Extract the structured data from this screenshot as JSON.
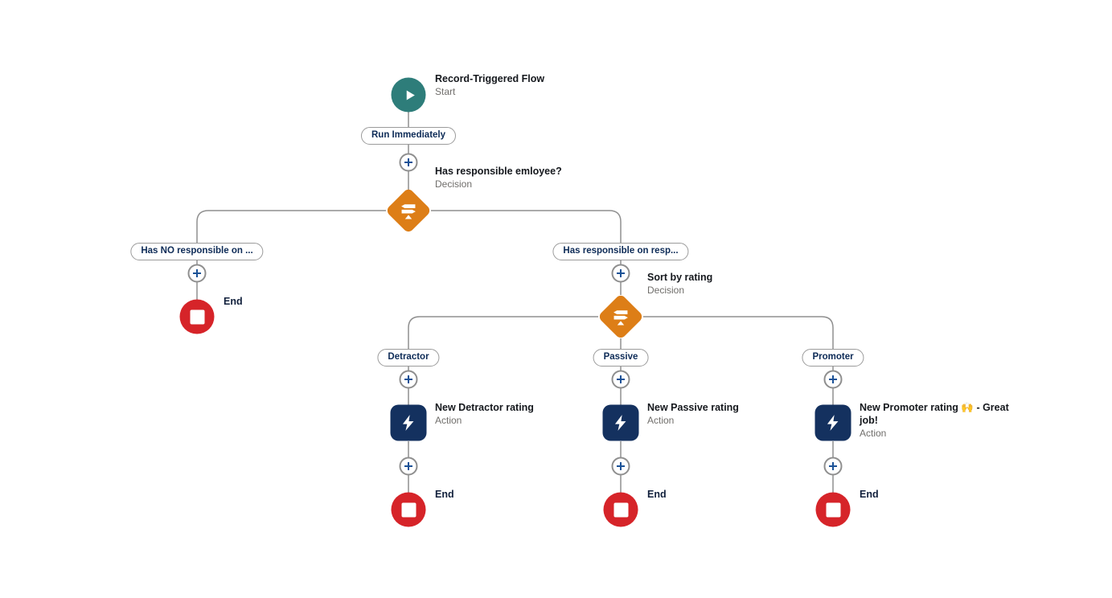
{
  "palette": {
    "start_teal": "#2e7d7a",
    "decision_orange": "#dd7e17",
    "action_navy": "#14315f",
    "end_red": "#d62429",
    "connector_gray": "#8f8f8f",
    "plus_blue": "#1b5297",
    "pill_text_navy": "#0d2b57",
    "title_text": "#15181d",
    "subtitle_gray": "#706e6b"
  },
  "icons": {
    "start": "play-icon",
    "decision": "signpost-icon",
    "action": "lightning-icon",
    "end": "stop-icon",
    "connector": "plus-icon"
  },
  "flow": {
    "start": {
      "title": "Record-Triggered Flow",
      "subtitle": "Start"
    },
    "run_immediately_pill": "Run Immediately",
    "decision_employee": {
      "title": "Has responsible emloyee?",
      "subtitle": "Decision"
    },
    "branch_no": {
      "pill": "Has NO responsible on ...",
      "end_label": "End"
    },
    "branch_yes": {
      "pill": "Has responsible on resp..."
    },
    "decision_rating": {
      "title": "Sort by rating",
      "subtitle": "Decision"
    },
    "outcomes": [
      {
        "pill": "Detractor",
        "action_title": "New Detractor rating",
        "action_subtitle": "Action",
        "end_label": "End"
      },
      {
        "pill": "Passive",
        "action_title": "New Passive rating",
        "action_subtitle": "Action",
        "end_label": "End"
      },
      {
        "pill": "Promoter",
        "action_title": "New Promoter rating 🙌 - Great job!",
        "action_subtitle": "Action",
        "end_label": "End"
      }
    ]
  }
}
